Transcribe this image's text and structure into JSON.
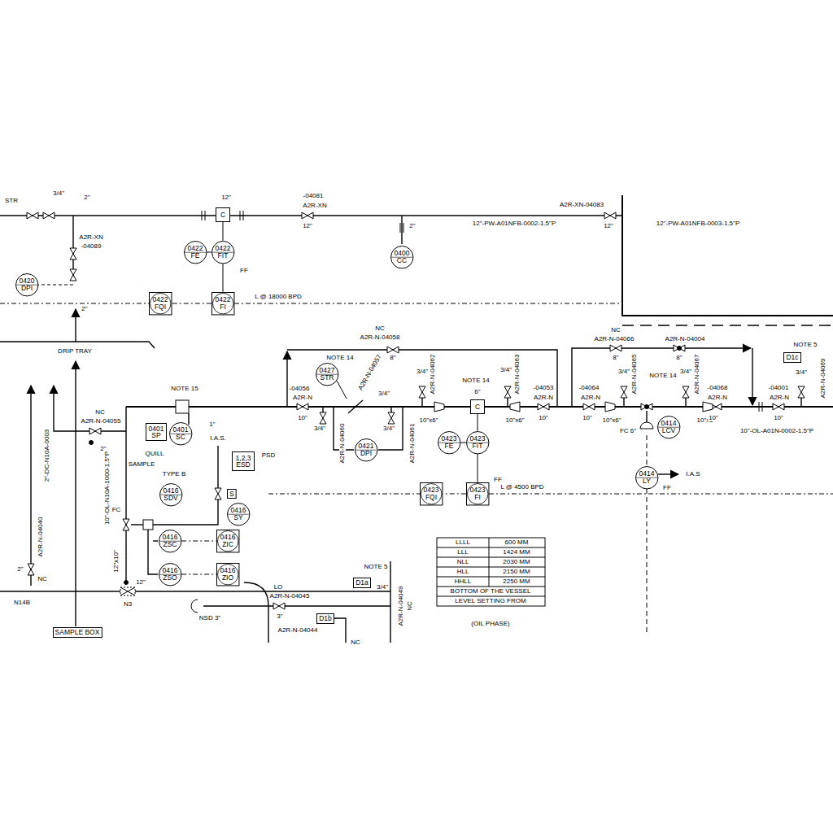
{
  "diagram": {
    "nodes": [
      {
        "text": [
          "0420",
          "DPI"
        ]
      },
      {
        "text": [
          "C"
        ]
      },
      {
        "text": [
          "0422",
          "FE"
        ]
      },
      {
        "text": [
          "0422",
          "FIT"
        ]
      },
      {
        "text": [
          "0400",
          "CC"
        ]
      },
      {
        "text": [
          "0422",
          "FQI"
        ]
      },
      {
        "text": [
          "0422",
          "FI"
        ]
      },
      {
        "text": [
          "D1c"
        ]
      },
      {
        "text": [
          "0427",
          "STR"
        ]
      },
      {
        "text": [
          "C"
        ]
      },
      {
        "text": [
          "0401",
          "SP"
        ]
      },
      {
        "text": [
          "0401",
          "SC"
        ]
      },
      {
        "text": [
          "0423",
          "FE"
        ]
      },
      {
        "text": [
          "0423",
          "FIT"
        ]
      },
      {
        "text": [
          "0414",
          "LCV"
        ]
      },
      {
        "text": [
          "0421",
          "DPI"
        ]
      },
      {
        "text": [
          "1,2,3",
          "ESD"
        ]
      },
      {
        "text": [
          "0414",
          "LY"
        ]
      },
      {
        "text": [
          "0416",
          "SDV"
        ]
      },
      {
        "text": [
          "0423",
          "FQI"
        ]
      },
      {
        "text": [
          "0423",
          "FI"
        ]
      },
      {
        "text": [
          "0416",
          "SY"
        ]
      },
      {
        "text": [
          "0416",
          "ZSC"
        ]
      },
      {
        "text": [
          "0416",
          "ZIC"
        ]
      },
      {
        "text": [
          "0416",
          "ZSO"
        ]
      },
      {
        "text": [
          "0416",
          "ZIO"
        ]
      },
      {
        "text": [
          "D1a"
        ]
      },
      {
        "text": [
          "D1b"
        ]
      },
      {
        "text": [
          "SAMPLE BOX"
        ]
      },
      {
        "text": [
          "S"
        ]
      }
    ],
    "edges": [
      {
        "from": 1,
        "to": 3,
        "arrow": "none"
      },
      {
        "from": 2,
        "to": 3,
        "arrow": "none"
      },
      {
        "from": 3,
        "to": 6,
        "arrow": "none"
      },
      {
        "from": 6,
        "to": 5,
        "arrow": "none"
      },
      {
        "from": 9,
        "to": 13,
        "arrow": "none"
      },
      {
        "from": 12,
        "to": 13,
        "arrow": "none"
      },
      {
        "from": 13,
        "to": 20,
        "arrow": "none"
      },
      {
        "from": 20,
        "to": 19,
        "arrow": "none"
      },
      {
        "from": 22,
        "to": 23,
        "arrow": "none"
      },
      {
        "from": 24,
        "to": 25,
        "arrow": "none"
      }
    ],
    "labels": [
      "STR",
      "3/4\"",
      "2\"",
      "12\"",
      "-04081",
      "A2R-XN",
      "12\"",
      "2\"",
      "12\"-PW-A01NFB-0002-1.5\"P",
      "A2R-XN-04083",
      "12\"",
      "12\"-PW-A01NFB-0003-1.5\"P",
      "A2R-XN",
      "-04089",
      "FF",
      "L @ 18000 BPD",
      "2\"",
      "DRIP TRAY",
      "NC",
      "A2R-N-04055",
      "2\"",
      "2\"-DC-N10A-0003",
      "SAMPLE",
      "QUILL",
      "TYPE B",
      "NOTE 15",
      "1\"",
      "I.A.S.",
      "PSD",
      "FC",
      "12\"x10\"",
      "10\"-OL-N10A-1000-1.5\"P",
      "12\"",
      "N14B",
      "N3",
      "NC",
      "A2R-N-04040",
      "2\"",
      "NSD 3\"",
      "LO",
      "A2R-N-04045",
      "3\"",
      "A2R-N-04044",
      "NC",
      "NOTE 5",
      "3/4\"",
      "A2R-N-04049",
      "NC",
      "NOTE 14",
      "A2R-N-04057",
      "3/4\"",
      "NC",
      "A2R-N-04058",
      "8\"",
      "-04056",
      "A2R-N",
      "10\"",
      "3/4\"",
      "A2R-N-04060",
      "3/4\"",
      "A2R-N-04061",
      "3/4\"",
      "A2R-N-04062",
      "10\"x6\"",
      "NOTE 14",
      "6\"",
      "10\"x6\"",
      "3/4\"",
      "A2R-N-04063",
      "-04053",
      "A2R-N",
      "10\"",
      "FF",
      "L @ 4500 BPD",
      "NC",
      "A2R-N-04066",
      "8\"",
      "A2R-N-04004",
      "8\"",
      "-04064",
      "A2R-N",
      "10\"",
      "10\"x6\"",
      "3/4\"",
      "A2R-N-04065",
      "NOTE 14",
      "FC 6\"",
      "3/4\"",
      "A2R-N-04067",
      "10\"x6\"",
      "-04068",
      "A2R-N",
      "10\"",
      "-04001",
      "A2R-N",
      "10\"",
      "NOTE 5",
      "3/4\"",
      "A2R-N-04069",
      "10\"-OL-A01N-0002-1.5\"P",
      "FF",
      "I.A.S",
      "LLLL",
      "600 MM",
      "LLL",
      "1424 MM",
      "NLL",
      "2030 MM",
      "HLL",
      "2150 MM",
      "HHLL",
      "2250 MM",
      "BOTTOM OF THE VESSEL",
      "LEVEL SETTING FROM",
      "(OIL PHASE)"
    ]
  }
}
